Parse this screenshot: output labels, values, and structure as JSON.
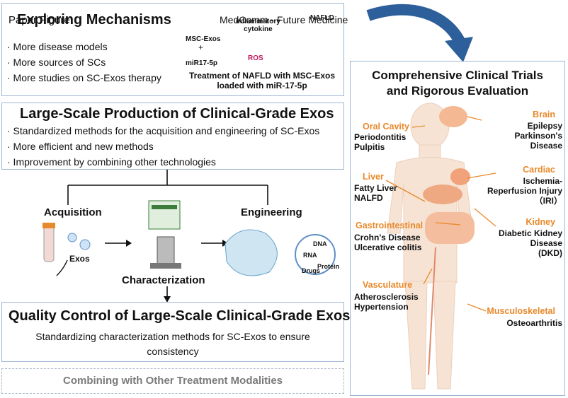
{
  "overlay_text": {
    "left": "Paper Figure",
    "center": "MedComm - Future Medicine"
  },
  "exploring": {
    "title": "Exploring Mechanisms",
    "bullets": [
      "· More disease models",
      "· More sources of SCs",
      "· More studies on SC-Exos therapy"
    ],
    "inset": {
      "msc_exos": "MSC-Exos",
      "plus": "+",
      "mir": "miR17-5p",
      "cytokine": "inflammatory\ncytokine",
      "ros": "ROS",
      "nafld": "NAFLD",
      "caption": "Treatment of NAFLD with MSC-Exos\nloaded with miR-17-5p"
    }
  },
  "production": {
    "title": "Large-Scale Production of Clinical-Grade Exos",
    "bullets": [
      "· Standardized methods for the acquisition and engineering of SC-Exos",
      "· More efficient and new methods",
      "· Improvement by combining other technologies"
    ]
  },
  "workflow": {
    "acquisition": "Acquisition",
    "engineering": "Engineering",
    "characterization": "Characterization",
    "exos": "Exos",
    "dna": "DNA",
    "rna": "RNA",
    "protein": "Protein",
    "drugs": "Drugs"
  },
  "quality": {
    "title": "Quality Control of Large-Scale Clinical-Grade Exos",
    "text": "Standardizing characterization methods for SC-Exos to ensure\nconsistency"
  },
  "combining": {
    "text": "Combining with Other Treatment Modalities"
  },
  "trials": {
    "title": "Comprehensive Clinical Trials\nand Rigorous Evaluation",
    "oral_cavity": {
      "organ": "Oral Cavity",
      "diseases": "Periodontitis\nPulpitis"
    },
    "liver": {
      "organ": "Liver",
      "diseases": "Fatty Liver\nNALFD"
    },
    "gastrointestinal": {
      "organ": "Gastrointestinal",
      "diseases": "Crohn's Disease\nUlcerative colitis"
    },
    "vasculature": {
      "organ": "Vasculature",
      "diseases": "Atherosclerosis\nHypertension"
    },
    "brain": {
      "organ": "Brain",
      "diseases": "Epilepsy\nParkinson's\nDisease"
    },
    "cardiac": {
      "organ": "Cardiac",
      "diseases": "Ischemia-\nReperfusion Injury\n（IRI）"
    },
    "kidney": {
      "organ": "Kidney",
      "diseases": "Diabetic Kidney\nDisease\n(DKD)"
    },
    "musculoskeletal": {
      "organ": "Musculoskeletal",
      "diseases": "Osteoarthritis"
    }
  },
  "colors": {
    "box_border": "#9fb6d4",
    "organ_label": "#e8892b",
    "arrow": "#2d5f9a",
    "inset_bg": "#fdf8e6"
  }
}
